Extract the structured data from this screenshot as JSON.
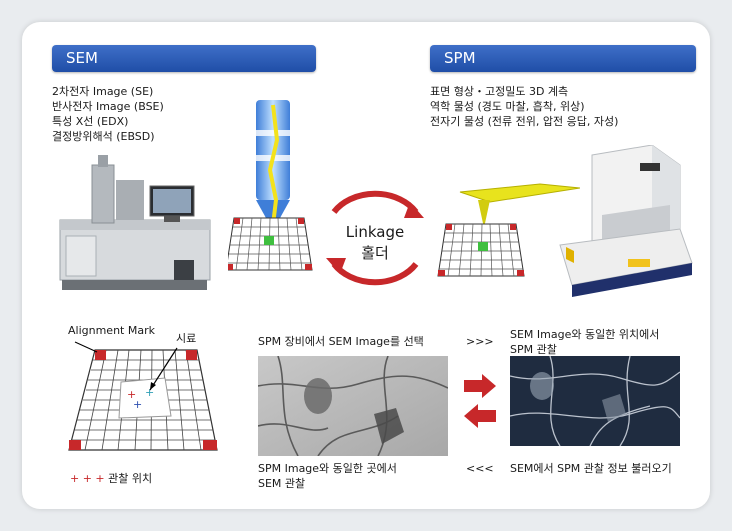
{
  "sem": {
    "title": "SEM",
    "items": [
      "2차전자 Image (SE)",
      "반사전자 Image (BSE)",
      "특성 X선 (EDX)",
      "결정방위해석 (EBSD)"
    ]
  },
  "spm": {
    "title": "SPM",
    "items": [
      "표면 형상・고정밀도 3D 계측",
      "역학 물성 (경도 마찰, 흡착, 위상)",
      "전자기 물성 (전류 전위, 압전 응답, 자성)"
    ]
  },
  "center": {
    "line1": "Linkage",
    "line2": "홀더"
  },
  "sample": {
    "alignment_label": "Alignment Mark",
    "sample_label": "시료",
    "legend_marks": "+ + +",
    "legend_text": "관찰 위치"
  },
  "steps": {
    "step1": "SPM 장비에서 SEM Image를 선택",
    "step1_arrows": ">>>",
    "step2": "SEM Image와 동일한 위치에서\nSPM 관찰",
    "step3": "SPM Image와 동일한 곳에서\nSEM 관찰",
    "step3_arrows": "<<<",
    "step4": "SEM에서 SPM 관찰 정보 불러오기"
  },
  "colors": {
    "header_blue": "#2554b0",
    "accent_red": "#c7282a",
    "grid_green": "#3fbf3f"
  }
}
